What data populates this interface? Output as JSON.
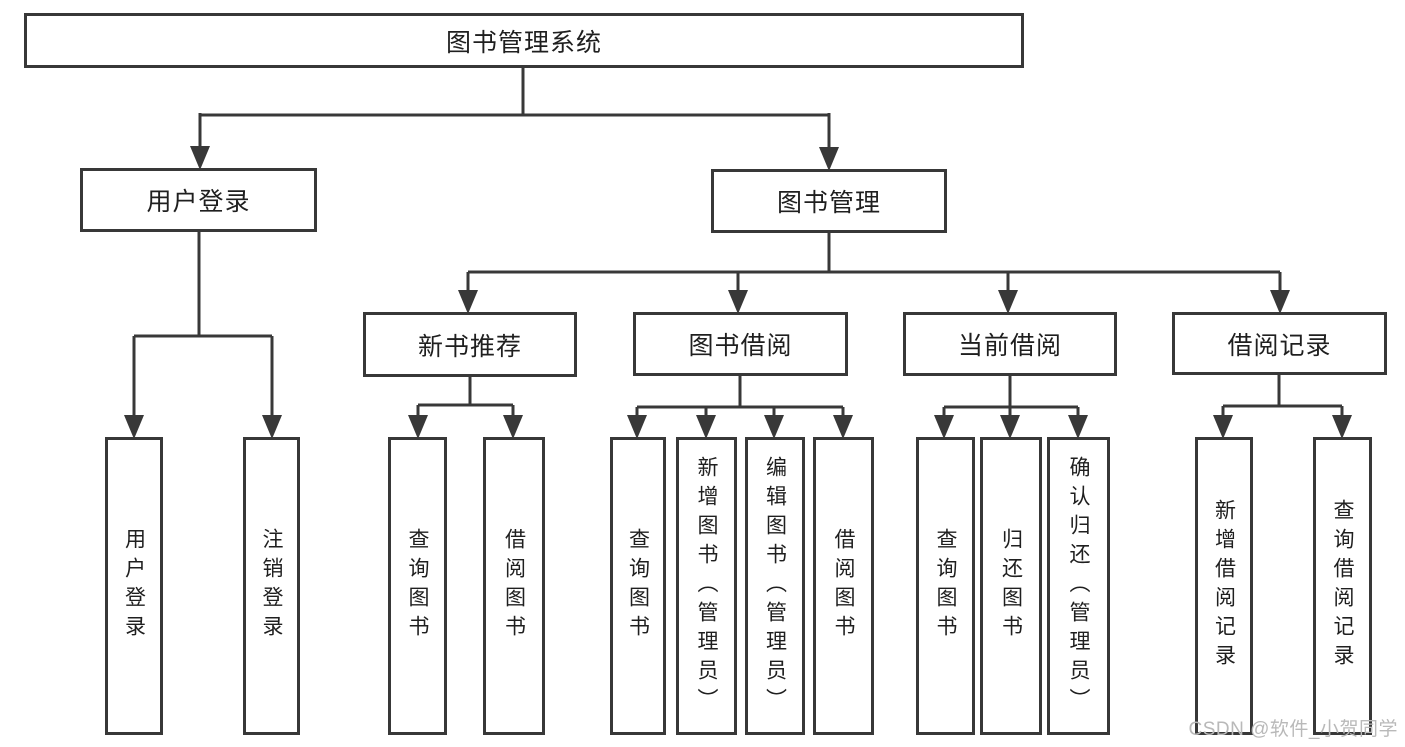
{
  "diagram": {
    "root": {
      "label": "图书管理系统",
      "children": [
        {
          "label": "用户登录",
          "children": [
            {
              "label": "用户登录"
            },
            {
              "label": "注销登录"
            }
          ]
        },
        {
          "label": "图书管理",
          "children": [
            {
              "label": "新书推荐",
              "children": [
                {
                  "label": "查询图书"
                },
                {
                  "label": "借阅图书"
                }
              ]
            },
            {
              "label": "图书借阅",
              "children": [
                {
                  "label": "查询图书"
                },
                {
                  "label": "新增图书（管理员）"
                },
                {
                  "label": "编辑图书（管理员）"
                },
                {
                  "label": "借阅图书"
                }
              ]
            },
            {
              "label": "当前借阅",
              "children": [
                {
                  "label": "查询图书"
                },
                {
                  "label": "归还图书"
                },
                {
                  "label": "确认归还（管理员）"
                }
              ]
            },
            {
              "label": "借阅记录",
              "children": [
                {
                  "label": "新增借阅记录"
                },
                {
                  "label": "查询借阅记录"
                }
              ]
            }
          ]
        }
      ]
    }
  },
  "watermark": {
    "text": "CSDN @软件_小贺同学"
  },
  "colors": {
    "line": "#383838",
    "box_border": "#383838",
    "text": "#1f1f1f",
    "watermark": "#b9b9b9",
    "background": "#ffffff"
  }
}
